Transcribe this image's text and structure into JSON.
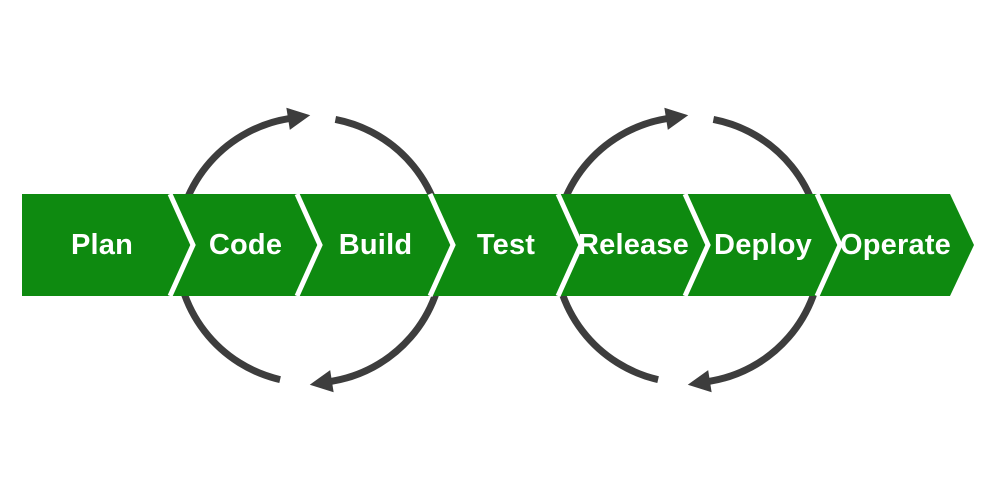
{
  "diagram": {
    "name": "devops-pipeline",
    "stages": [
      "Plan",
      "Code",
      "Build",
      "Test",
      "Release",
      "Deploy",
      "Operate"
    ],
    "loops": [
      {
        "name": "continuous-integration-loop",
        "direction": "clockwise"
      },
      {
        "name": "continuous-delivery-loop",
        "direction": "clockwise"
      }
    ],
    "colors": {
      "band_green": "#0e8a10",
      "loop_gray": "#3d3d3d",
      "separator_white": "#ffffff",
      "label_white": "#ffffff",
      "background": "#ffffff"
    }
  }
}
